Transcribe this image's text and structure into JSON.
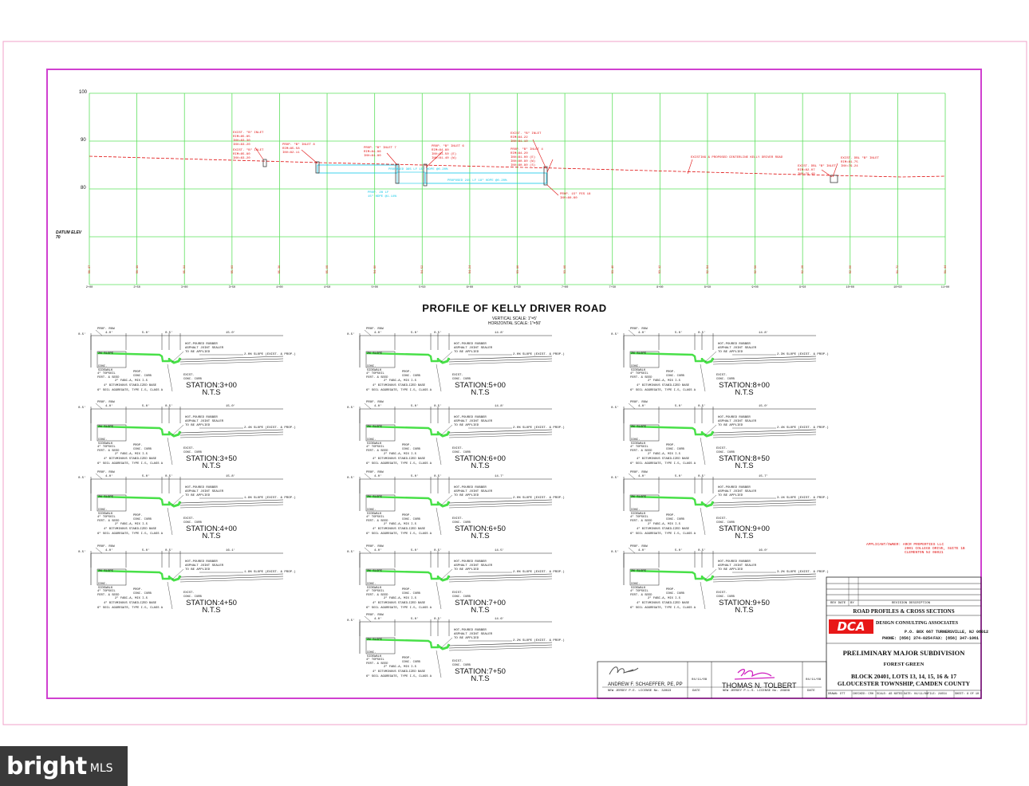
{
  "profile": {
    "title": "PROFILE OF KELLY DRIVER ROAD",
    "datum": [
      "DATUM ELEV",
      "70"
    ],
    "elevations": [
      "100",
      "90",
      "80"
    ],
    "stations": [
      "2+00",
      "2+50",
      "3+00",
      "3+50",
      "4+00",
      "4+50",
      "5+00",
      "5+50",
      "6+00",
      "6+50",
      "7+00",
      "7+50",
      "8+00",
      "8+50",
      "9+00",
      "9+50",
      "10+00",
      "10+50",
      "11+00"
    ],
    "elev_values": [
      "86.47",
      "86.19",
      "85.91",
      "85.63",
      "85.36",
      "85.08",
      "84.80",
      "84.52",
      "84.24",
      "83.96",
      "83.68",
      "83.40",
      "83.12",
      "82.84",
      "82.56",
      "82.28",
      "82.00",
      "81.72",
      "81.44"
    ],
    "annotations": {
      "centerline": "EXISTING & PROPOSED CENTERLINE KELLY DRIVER ROAD",
      "inlet_a": [
        "EXIST. \"B\" INLET",
        "RIM=85.85",
        "INV=83.30",
        "INV=83.20"
      ],
      "inlet_b": [
        "EXIST. \"B\" INLET",
        "RIM=85.80",
        "INV=83.20"
      ],
      "inlet_c": [
        "PROP. \"B\" INLET 8",
        "RIM=85.58",
        "INV=82.11"
      ],
      "inlet_d": [
        "PROP. \"B\" INLET 7",
        "RIM=84.86",
        "INV=81.80"
      ],
      "inlet_e": [
        "PROP. \"B\" INLET 6",
        "RIM=84.60",
        "INV=81.50 (E)",
        "INV=81.40 (W)"
      ],
      "inlet_f": [
        "EXIST. \"B\" INLET",
        "RIM=84.22",
        "INV=81.10"
      ],
      "inlet_g": [
        "PROP. \"B\" INLET 4",
        "RIM=84.20",
        "INV=81.00 (E)",
        "INV=80.90 (W)",
        "INV=80.80 (S)"
      ],
      "inlet_h": [
        "EXIST. DBL \"B\" INLET",
        "RIM=82.07",
        "INV=79.40"
      ],
      "inlet_i": [
        "EXIST. DBL \"B\" INLET",
        "RIM=81.75",
        "INV=79.24"
      ],
      "pipe_1": "PROPOSED 365 LF 15\" HDPE @0.20%",
      "pipe_2": "PROPOSED 245 LF 18\" HDPE @0.20%",
      "pipe_3": [
        "PROP. 28 LF",
        "15\" HDPE @1.14%"
      ],
      "fes": [
        "PROP. 15\" FES 18",
        "INV=80.60"
      ]
    }
  },
  "scale": {
    "vertical": "VERTICAL SCALE: 1\"=5'",
    "horizontal": "HORIZONTAL SCALE: 1\"=50'"
  },
  "section_labels": {
    "prof_row": "PROF. ROW",
    "slope_left": "2% SLOPE",
    "conc_sidewalk": [
      "CONC.",
      "SIDEWALK"
    ],
    "topsoil": [
      "4\" TOPSOIL",
      "FERT. & SEED"
    ],
    "prop_curb": [
      "PROP.",
      "CONC. CURB"
    ],
    "exist_curb": [
      "EXIST.",
      "CONC. CURB"
    ],
    "fabc": "2\" FABC-A, MIX I-5",
    "base": "4\" BITUMINOUS STABILIZED BASE",
    "soil_agg": "6\" SOIL AGGREGATE, TYPE I-5, CLASS A",
    "joint": [
      "HOT-POURED RUBBER",
      "ASPHALT JOINT SEALER",
      "TO BE APPLIED"
    ],
    "dim_a": "4.0'",
    "dim_b": "5.0'",
    "dim_c": "0.5'",
    "elev_left": "0.5'",
    "nts": "N.T.S"
  },
  "sections": [
    {
      "station": "STATION:3+00",
      "slope": "2.0% SLOPE (EXIST. & PROP.)",
      "width": "15.0'",
      "col": 0,
      "row": 0
    },
    {
      "station": "STATION:3+50",
      "slope": "2.4% SLOPE (EXIST. & PROP.)",
      "width": "15.0'",
      "col": 0,
      "row": 1
    },
    {
      "station": "STATION:4+00",
      "slope": "1.9% SLOPE (EXIST. & PROP.)",
      "width": "15.8'",
      "col": 0,
      "row": 2
    },
    {
      "station": "STATION:4+50",
      "slope": "1.8% SLOPE (EXIST. & PROP.)",
      "width": "16.1'",
      "col": 0,
      "row": 3
    },
    {
      "station": "STATION:5+00",
      "slope": "2.0% SLOPE (EXIST. & PROP.)",
      "width": "14.8'",
      "col": 1,
      "row": 0
    },
    {
      "station": "STATION:6+00",
      "slope": "2.0% SLOPE (EXIST. & PROP.)",
      "width": "14.8'",
      "col": 1,
      "row": 1
    },
    {
      "station": "STATION:6+50",
      "slope": "2.0% SLOPE (EXIST. & PROP.)",
      "width": "14.7'",
      "col": 1,
      "row": 2
    },
    {
      "station": "STATION:7+00",
      "slope": "2.0% SLOPE (EXIST. & PROP.)",
      "width": "14.5'",
      "col": 1,
      "row": 3
    },
    {
      "station": "STATION:7+50",
      "slope": "2.2% SLOPE (EXIST. & PROP.)",
      "width": "14.6'",
      "col": 1,
      "row": 4
    },
    {
      "station": "STATION:8+00",
      "slope": "2.3% SLOPE (EXIST. & PROP.)",
      "width": "14.8'",
      "col": 2,
      "row": 0
    },
    {
      "station": "STATION:8+50",
      "slope": "2.4% SLOPE (EXIST. & PROP.)",
      "width": "15.0'",
      "col": 2,
      "row": 1
    },
    {
      "station": "STATION:9+00",
      "slope": "3.1% SLOPE (EXIST. & PROP.)",
      "width": "15.7'",
      "col": 2,
      "row": 2
    },
    {
      "station": "STATION:9+50",
      "slope": "3.2% SLOPE (EXIST. & PROP.)",
      "width": "16.0'",
      "col": 2,
      "row": 3
    }
  ],
  "applicant": [
    "APPLICANT/OWNER: ARCR PROPERTIES LLC",
    "2001 COLLEGE DRIVE, SUITE 1B",
    "CLEMENTON NJ 08021"
  ],
  "title_block": {
    "rev_header": [
      "REV DATE",
      "BY",
      "REVISION DESCRIPTION"
    ],
    "sheet_title": "ROAD PROFILES & CROSS SECTIONS",
    "logo": "DCA",
    "firm": "DESIGN CONSULTING ASSOCIATES",
    "address": "P.O. BOX 667 TURNERSVILLE, NJ 08012",
    "phone": "PHONE: (856) 374-0254",
    "fax": "FAX: (856) 347-1061",
    "project": "PRELIMINARY MAJOR SUBDIVISION",
    "name": "FOREST GREEN",
    "lots": "BLOCK 20401, LOTS 13, 14, 15, 16 & 17",
    "township": "GLOUCESTER TOWNSHIP, CAMDEN COUNTY",
    "footer": [
      "DRAWN: DTT",
      "CHECKED: CRH",
      "SCALE: AS NOTED",
      "DATE: 04/11/08",
      "FILE: 24034",
      "SHEET: 8 OF 10"
    ]
  },
  "signatures": {
    "engineer": "ANDREW F. SCHAEFFER, PE, PP",
    "engineer_license": "NEW JERSEY P.E. LICENSE No. 32893",
    "engineer_date": "04/11/08",
    "surveyor": "THOMAS N. TOLBERT",
    "surveyor_license": "NEW JERSEY P.L.S. LICENSE No. 28808",
    "surveyor_date": "04/11/08",
    "date_label": "DATE"
  },
  "watermark": {
    "brand": "bright",
    "suffix": "MLS"
  }
}
